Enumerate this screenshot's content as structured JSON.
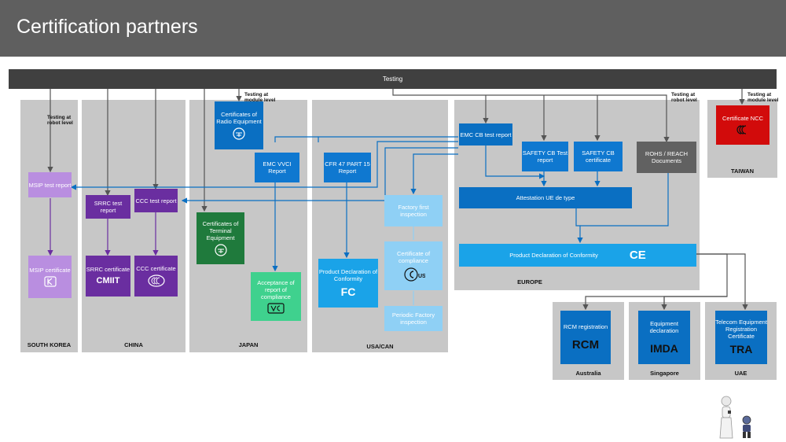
{
  "title": "Certification partners",
  "testing_bar": "Testing",
  "notes": {
    "robot_level": "Testing at robot level",
    "module_level_japan": "Testing at module level",
    "robot_level_europe": "Testing at robot level",
    "module_level_taiwan": "Testing at module level"
  },
  "regions": {
    "south_korea": "SOUTH KOREA",
    "china": "CHINA",
    "japan": "JAPAN",
    "usa_can": "USA/CAN",
    "europe": "EUROPE",
    "taiwan": "TAIWAN",
    "australia": "Australia",
    "singapore": "Singapore",
    "uae": "UAE"
  },
  "boxes": {
    "msip_test": "MSIP test report",
    "msip_cert": "MSIP certificate",
    "srrc_test": "SRRC test report",
    "ccc_test": "CCC test report",
    "srrc_cert": "SRRC certificate",
    "cmiit": "CMIIT",
    "ccc_cert": "CCC certificate",
    "radio_equipment": "Certificates of Radio Equipment",
    "terminal_equipment": "Certificates of Terminal Equipment",
    "emc_vvci": "EMC VVCI Report",
    "acceptance": "Acceptance of report of compliance",
    "cfr47": "CFR 47 PART 15 Report",
    "product_declaration_us": "Product Declaration of Conformity",
    "fc_mark": "FC",
    "factory_first": "Factory first inspection",
    "cert_compliance": "Certificate of compliance",
    "periodic_factory": "Periodic Factory inspection",
    "emc_cb": "EMC CB test report",
    "safety_cb_test": "SAFETY CB Test report",
    "safety_cb_cert": "SAFETY CB certificate",
    "rohs": "ROHS / REACH Documents",
    "attestation": "Attestation UE de type",
    "product_declaration_eu": "Product Declaration of Conformity",
    "ce_mark": "CE",
    "ncc_cert": "Certificate NCC",
    "rcm_reg": "RCM registration",
    "rcm": "RCM",
    "equip_decl": "Equipment declaration",
    "imda": "IMDA",
    "telecom_cert": "Telecom Equipment Registration Certificate",
    "tra": "TRA"
  },
  "colors": {
    "header": "#5f5f5f",
    "bar": "#404040",
    "region": "#c7c7c7",
    "blue": "#0a6fc2",
    "purple": "#6a2ea0",
    "green": "#1f7a3c",
    "red": "#d20b0b"
  }
}
